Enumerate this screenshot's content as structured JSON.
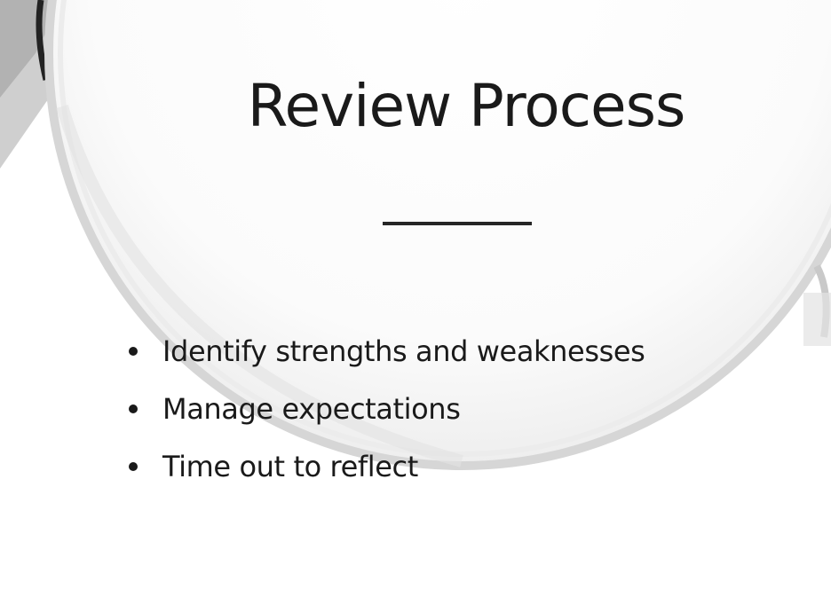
{
  "slide": {
    "title": "Review Process",
    "bullets": [
      "Identify strengths and weaknesses",
      "Manage expectations",
      "Time out to reflect"
    ]
  },
  "colors": {
    "text": "#1a1a1a",
    "background": "#ffffff",
    "lens_rim": "#d9d9d9"
  },
  "icons": {
    "background_image": "magnifying-glass-lens"
  }
}
